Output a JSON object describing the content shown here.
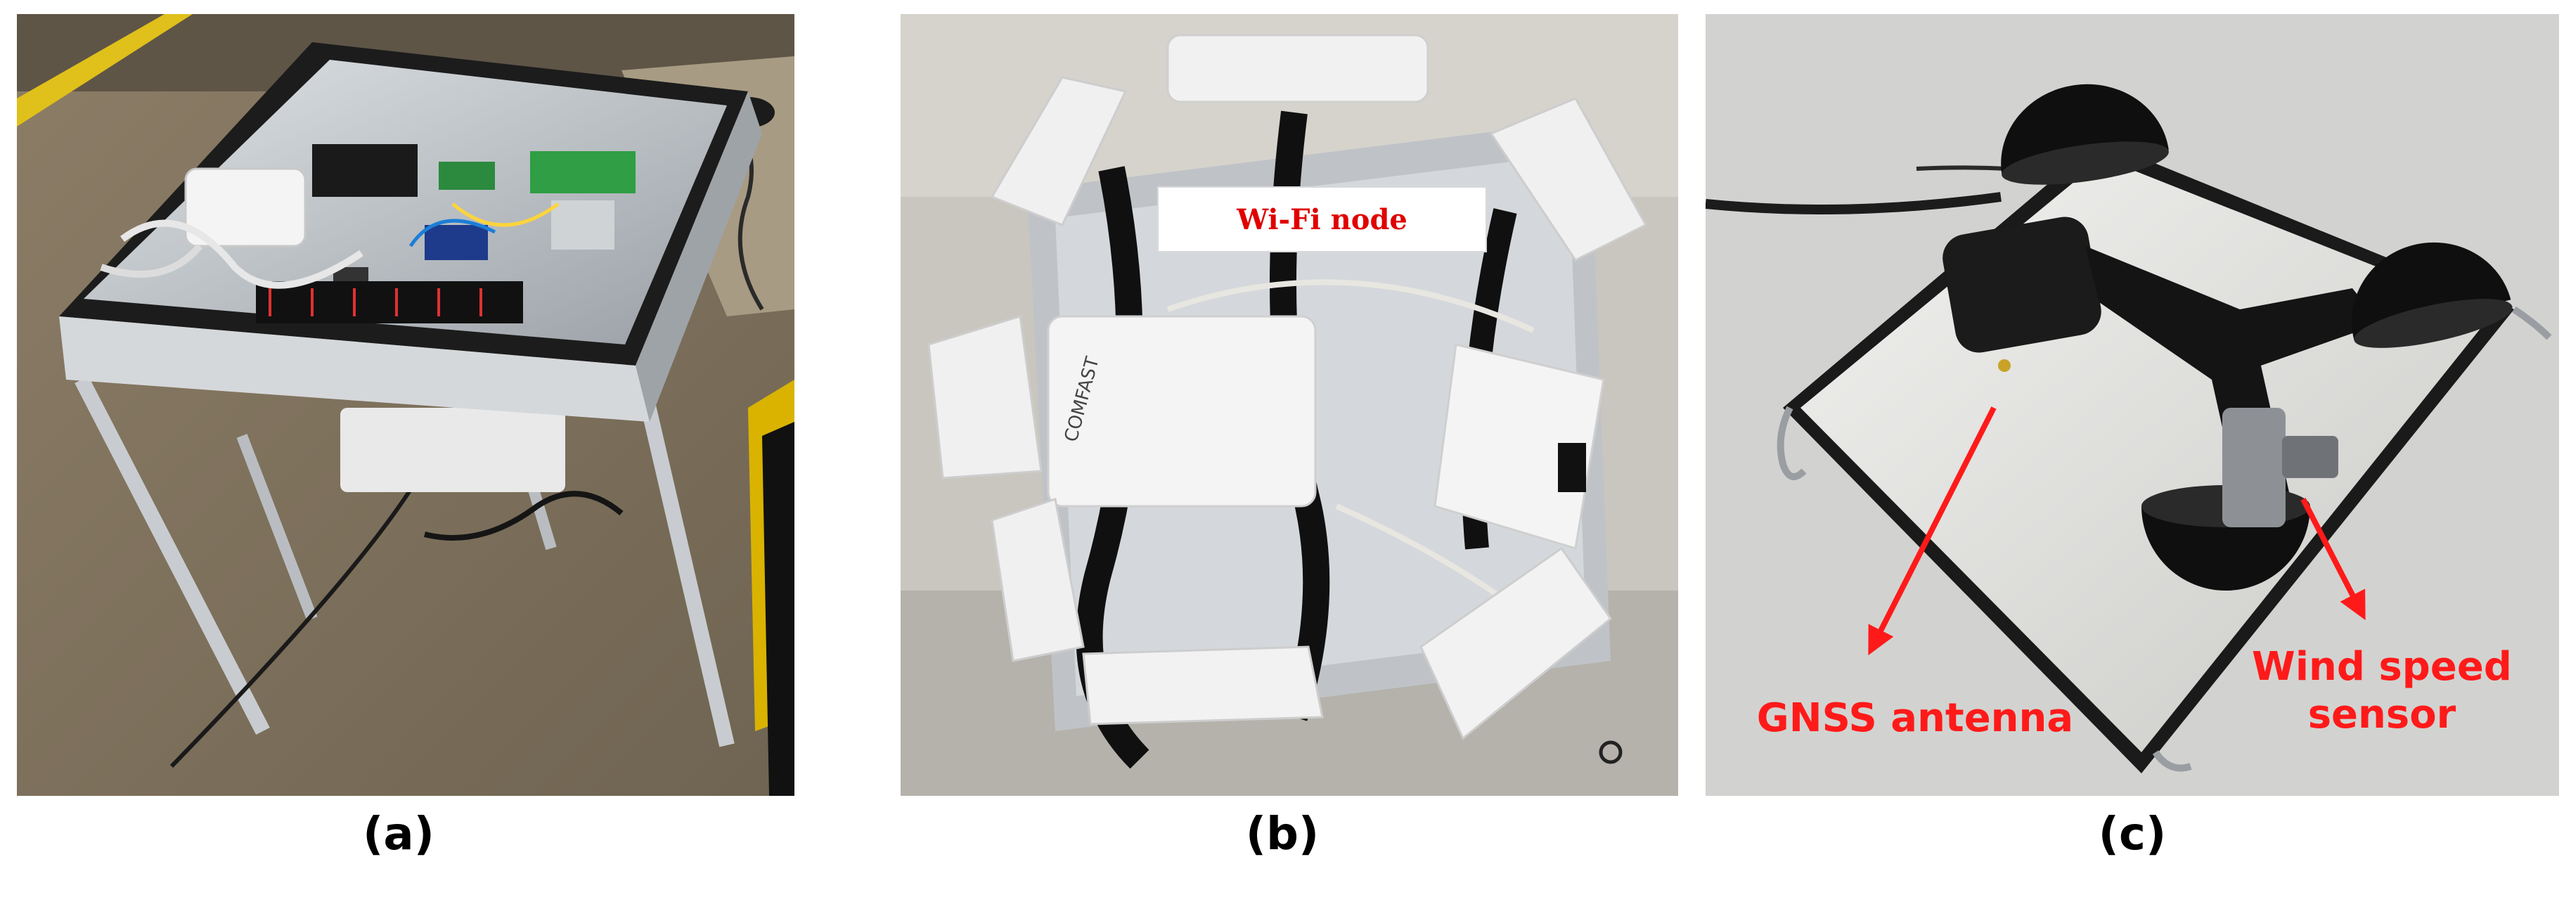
{
  "panels": [
    {
      "label": "(a)"
    },
    {
      "label": "(b)",
      "callout": "Wi-Fi node"
    },
    {
      "label": "(c)",
      "annotations": {
        "gnss": "GNSS antenna",
        "wind_line1": "Wind speed",
        "wind_line2": "sensor"
      }
    }
  ],
  "colors": {
    "annotation_red": "#ff1a1a",
    "callout_red": "#e00000"
  }
}
